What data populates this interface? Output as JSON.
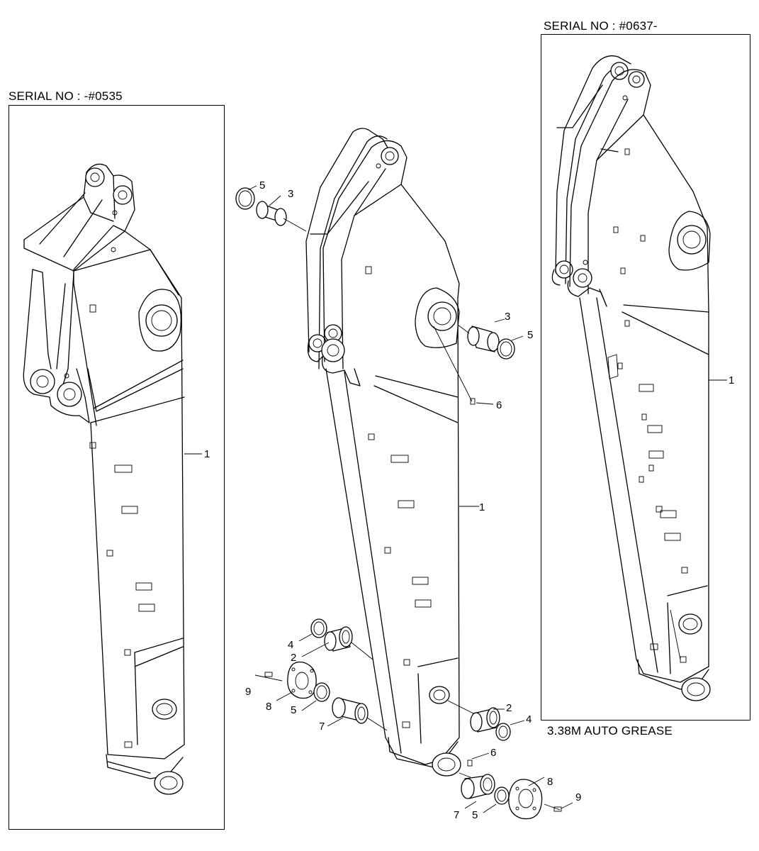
{
  "captions": {
    "left_serial": "SERIAL NO : -#0535",
    "right_serial": "SERIAL NO : #0637-",
    "right_note": "3.38M AUTO GREASE"
  },
  "callouts": {
    "left_boom": "1",
    "center_boom": "1",
    "right_boom": "1",
    "top_bushing": "3",
    "top_ring": "5",
    "mid_bushing": "3",
    "mid_ring": "5",
    "grease_nipple_upper": "6",
    "lower_ring_4": "4",
    "lower_bushing_2": "2",
    "lower_bolt_9": "9",
    "lower_plate_8": "8",
    "lower_ring_5": "5",
    "lower_bushing_7": "7",
    "right_bushing_2": "2",
    "right_ring_4": "4",
    "grease_nipple_lower": "6",
    "right_bushing_7": "7",
    "right_ring_5": "5",
    "right_plate_8": "8",
    "right_bolt_9": "9"
  }
}
